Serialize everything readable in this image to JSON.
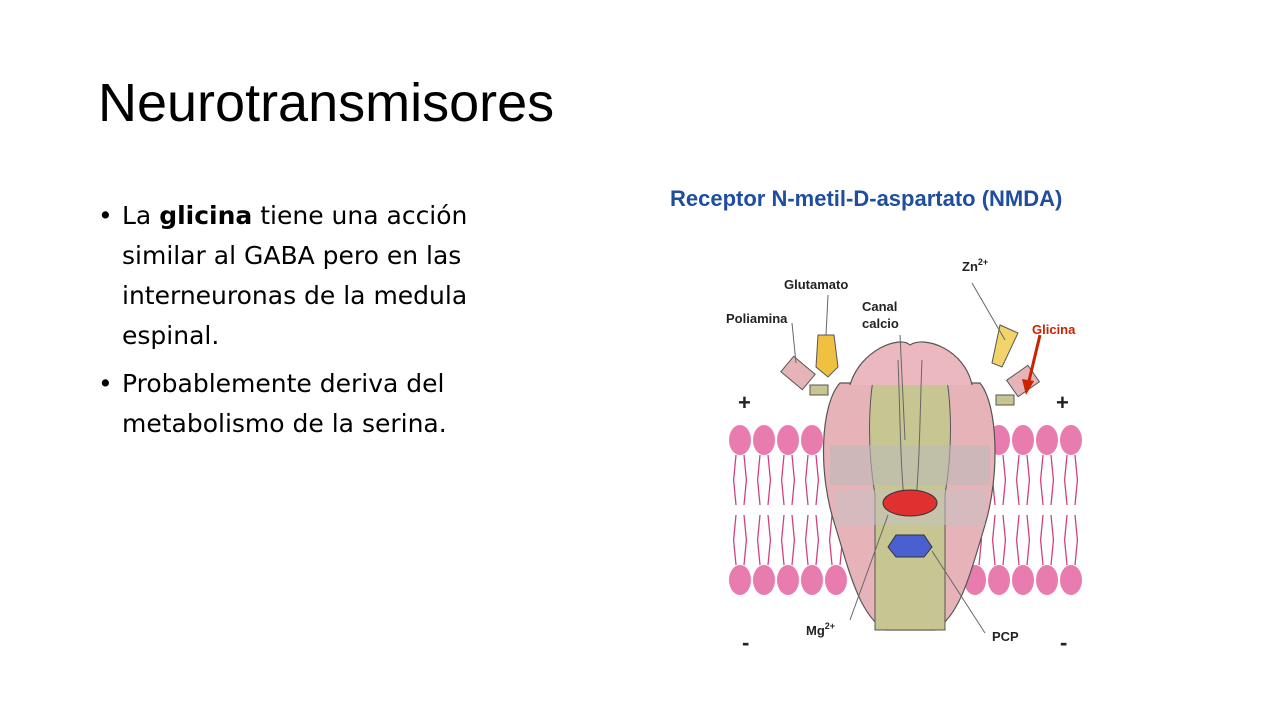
{
  "slide": {
    "title": "Neurotransmisores",
    "bullets": [
      {
        "before": "La ",
        "bold": "glicina",
        "after": " tiene una acción similar al GABA pero en las interneuronas de la medula espinal."
      },
      {
        "before": "Probablemente deriva del metabolismo de la serina.",
        "bold": "",
        "after": ""
      }
    ]
  },
  "diagram": {
    "title": "Receptor N-metil-D-aspartato (NMDA)",
    "labels": {
      "glutamato": "Glutamato",
      "poliamina": "Poliamina",
      "canal": "Canal",
      "calcio": "calcio",
      "zn": "Zn",
      "zn_sup": "2+",
      "glicina": "Glicina",
      "mg": "Mg",
      "mg_sup": "2+",
      "pcp": "PCP",
      "plus_left": "+",
      "plus_right": "+",
      "minus_left": "-",
      "minus_right": "-"
    },
    "colors": {
      "title": "#1f4e9e",
      "glicina": "#cc2200",
      "lipid_head": "#e87cae",
      "mg_site": "#e03030",
      "pcp_site": "#4a5fd0",
      "glutamate_site": "#f0c040"
    }
  }
}
